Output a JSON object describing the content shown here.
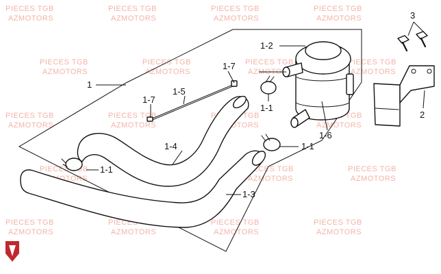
{
  "watermark": {
    "line1": "PIECES TGB",
    "line2": "AZMOTORS",
    "color": "#f3b3a8"
  },
  "callouts": {
    "assembly": "1",
    "clamp_a": "1-1",
    "clamp_b": "1-1",
    "clamp_c": "1-1",
    "hose_lower": "1-3",
    "hose_upper": "1-4",
    "rod": "1-5",
    "canister": "1-6",
    "cap": "1-2",
    "clip_left": "1-7",
    "clip_top": "1-7",
    "bracket": "2",
    "bolts": "3"
  },
  "logo": {
    "name": "shield-logo-icon",
    "color": "#c0282d"
  }
}
